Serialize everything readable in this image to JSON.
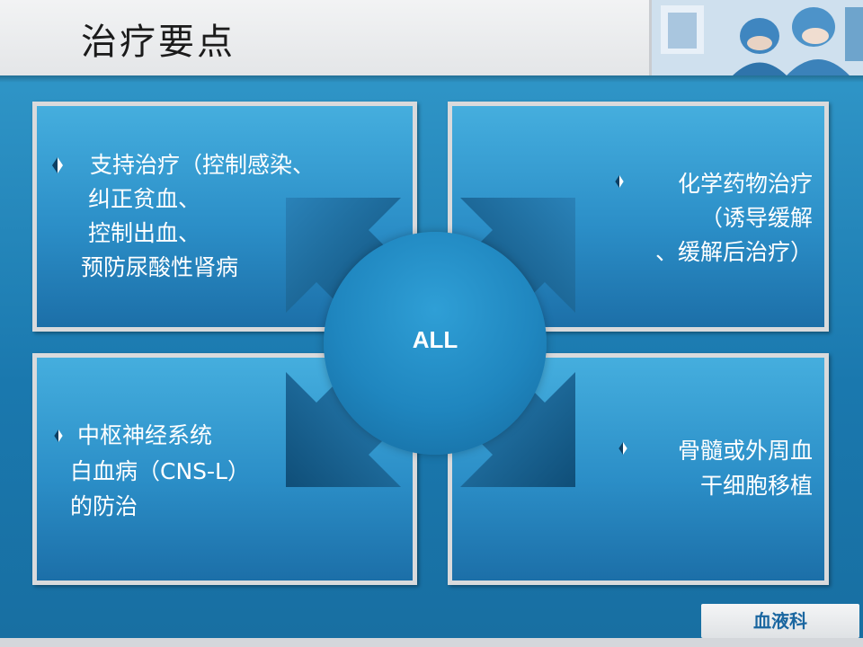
{
  "title": "治疗要点",
  "center_label": "ALL",
  "department": "血液科",
  "quadrants": {
    "top_left": [
      "支持治疗（控制感染、",
      "纠正贫血、",
      "控制出血、",
      "预防尿酸性肾病"
    ],
    "top_right": [
      "化学药物治疗",
      "（诱导缓解",
      "、缓解后治疗）"
    ],
    "bottom_left": [
      "中枢神经系统",
      "白血病（CNS-L）",
      "的防治"
    ],
    "bottom_right": [
      "骨髓或外周血",
      "干细胞移植"
    ]
  },
  "colors": {
    "panel_border": "#d9dadc",
    "background_blue": "#1a78ae",
    "department_text": "#1a66a0"
  }
}
